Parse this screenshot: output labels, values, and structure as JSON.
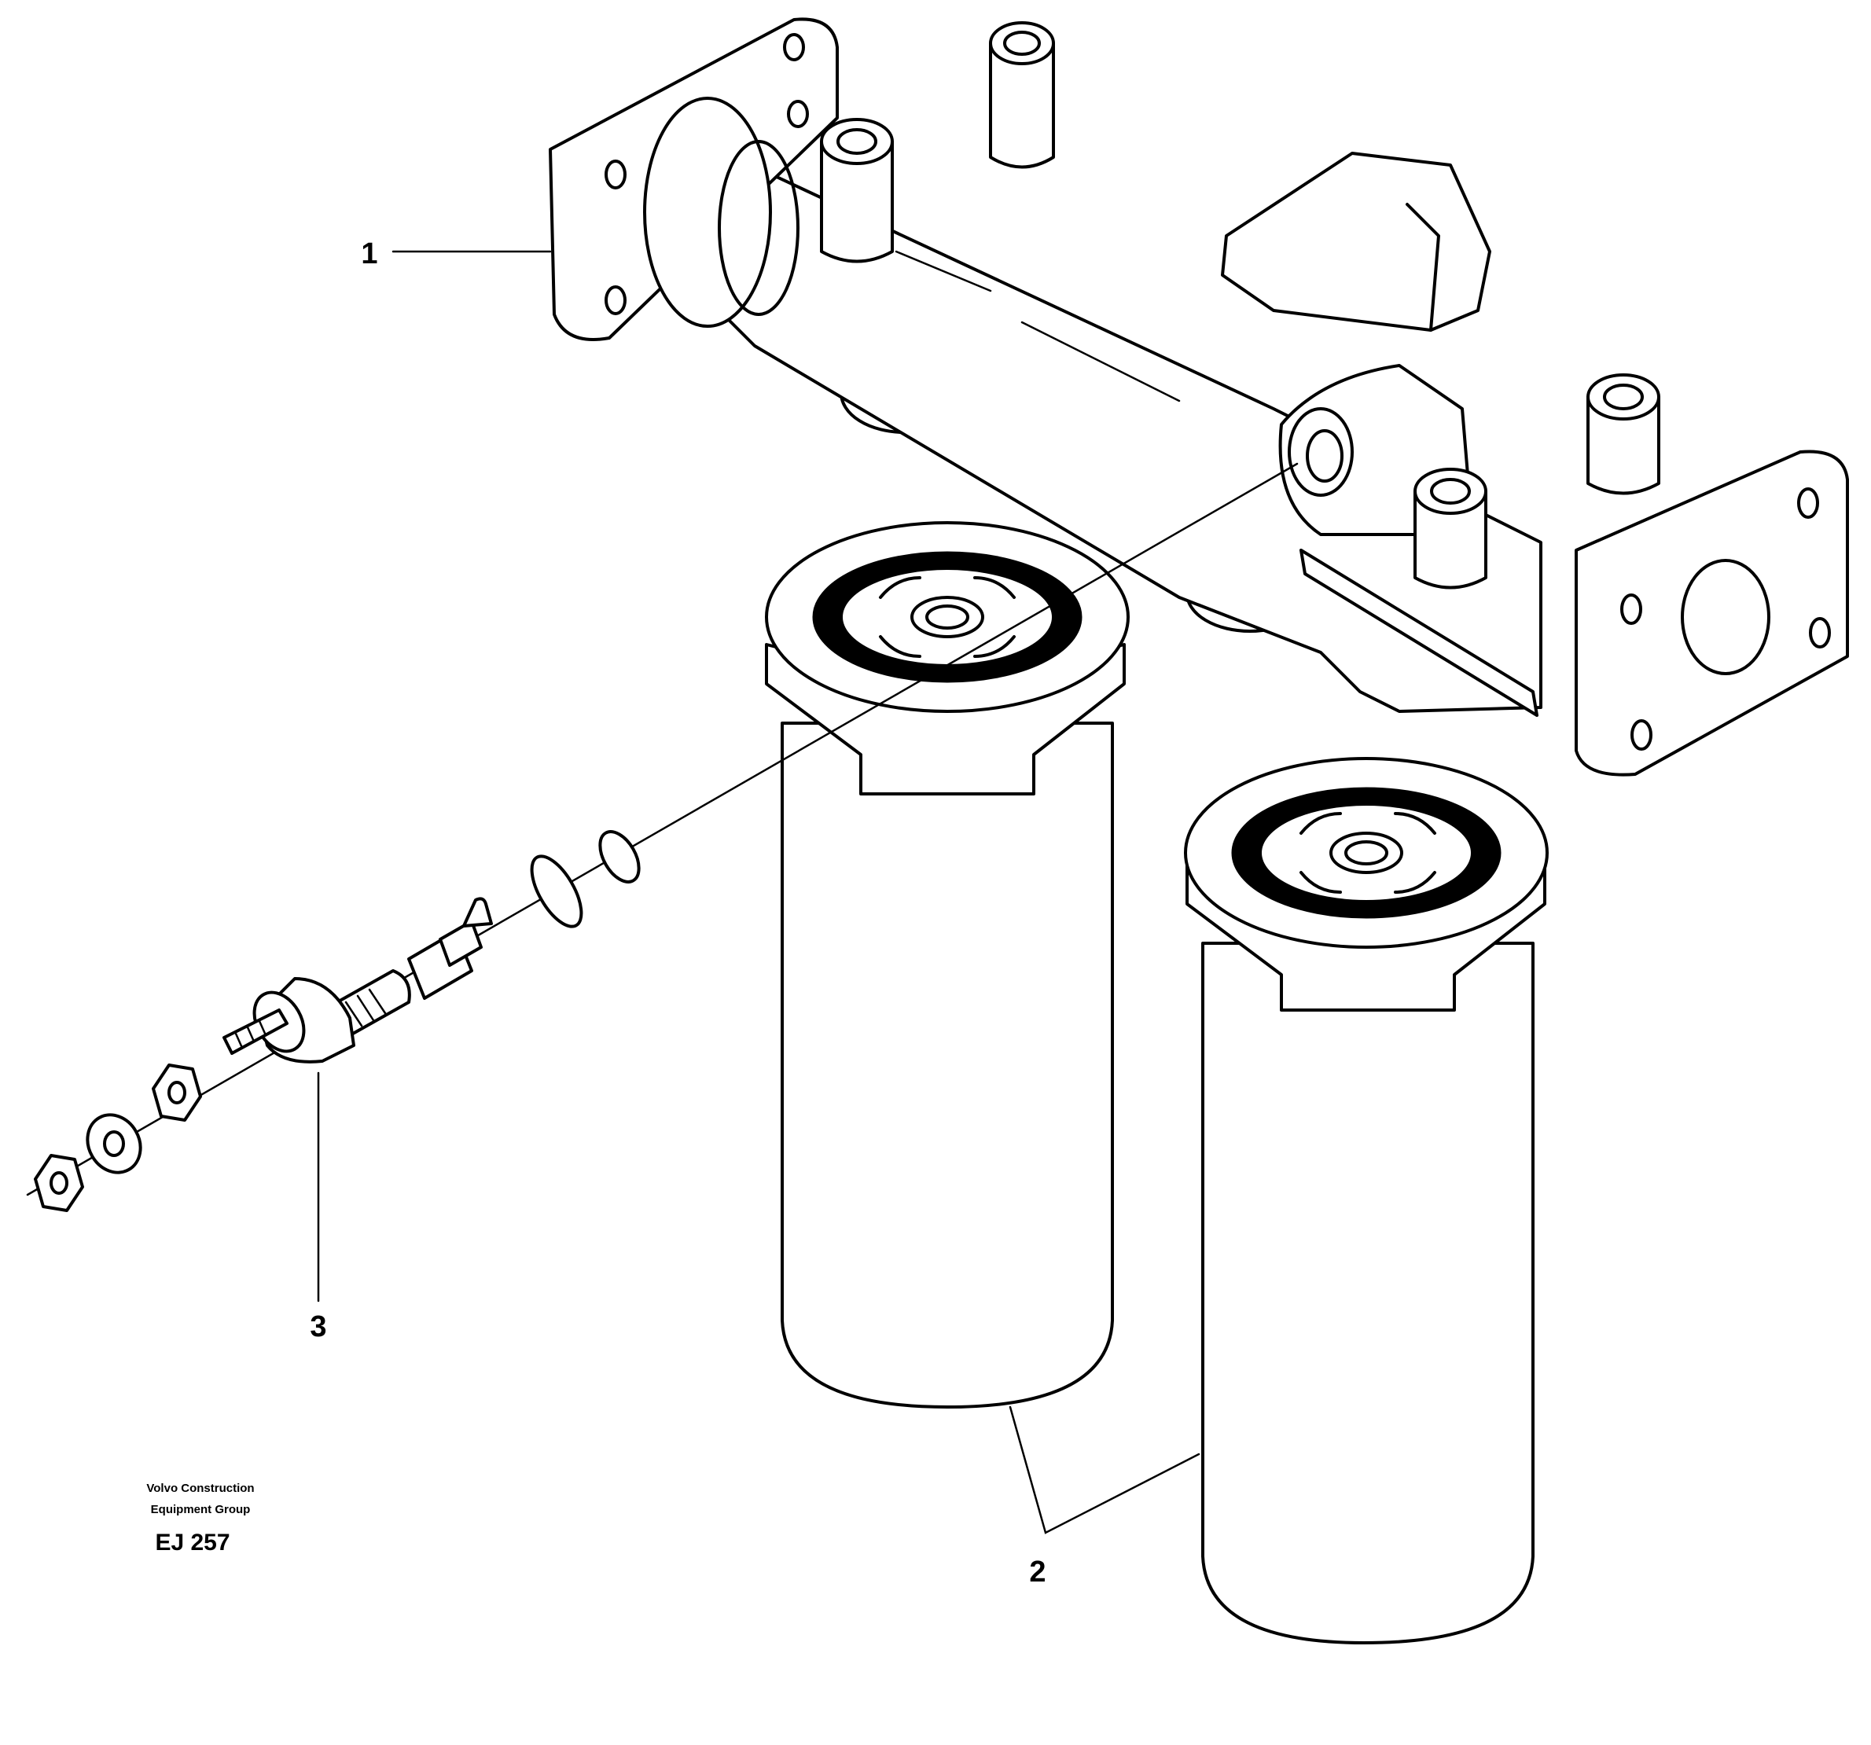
{
  "diagram": {
    "callouts": [
      {
        "id": "1",
        "label": "1"
      },
      {
        "id": "2",
        "label": "2"
      },
      {
        "id": "3",
        "label": "3"
      }
    ],
    "credit": {
      "line1": "Volvo Construction",
      "line2": "Equipment Group",
      "code": "EJ 257"
    }
  }
}
